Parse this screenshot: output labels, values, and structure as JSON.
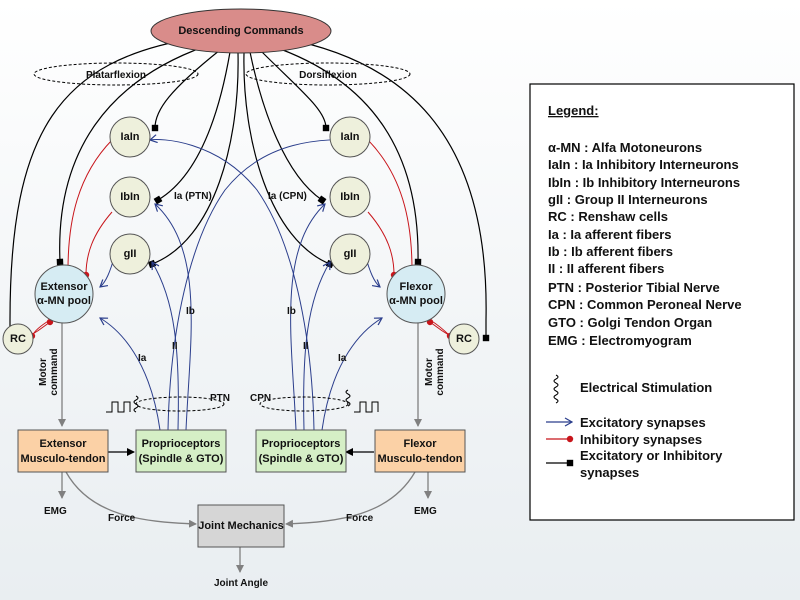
{
  "colors": {
    "descending_fill": "#d98c8a",
    "neuron_fill": "#eef0dc",
    "pool_fill": "#d6ecf3",
    "muscle_fill": "#fbd1a6",
    "proprio_fill": "#d5efc6",
    "joint_fill": "#d6d6d6",
    "excitatory": "#2b3e8c",
    "inhibitory": "#c8151b",
    "generic": "#000000",
    "gray_arrow": "#808080"
  },
  "nodes": {
    "descending": "Descending Commands",
    "platarflexion": "Platarflexion",
    "dorsiflexion": "Dorsiflexion",
    "iain_left": "IaIn",
    "ibin_left": "IbIn",
    "gii_left": "gII",
    "iain_right": "IaIn",
    "ibin_right": "IbIn",
    "gii_right": "gII",
    "extensor_pool_line1": "Extensor",
    "extensor_pool_line2": "α-MN pool",
    "flexor_pool_line1": "Flexor",
    "flexor_pool_line2": "α-MN pool",
    "rc_left": "RC",
    "rc_right": "RC",
    "extensor_muscle_line1": "Extensor",
    "extensor_muscle_line2": "Musculo-tendon",
    "flexor_muscle_line1": "Flexor",
    "flexor_muscle_line2": "Musculo-tendon",
    "proprio_left_line1": "Proprioceptors",
    "proprio_left_line2": "(Spindle & GTO)",
    "proprio_right_line1": "Proprioceptors",
    "proprio_right_line2": "(Spindle & GTO)",
    "joint": "Joint Mechanics"
  },
  "labels": {
    "ia_ptn": "Ia (PTN)",
    "ia_cpn": "Ia (CPN)",
    "ib_left": "Ib",
    "ii_left": "II",
    "ia_left": "Ia",
    "ib_right": "Ib",
    "ii_right": "II",
    "ia_right": "Ia",
    "motor_left_1": "Motor",
    "motor_left_2": "command",
    "motor_right_1": "Motor",
    "motor_right_2": "command",
    "ptn": "PTN",
    "cpn": "CPN",
    "emg_left": "EMG",
    "emg_right": "EMG",
    "force_left": "Force",
    "force_right": "Force",
    "joint_angle": "Joint Angle"
  },
  "legend": {
    "title": "Legend:",
    "items": [
      "α-MN : Alfa Motoneurons",
      "IaIn : Ia Inhibitory Interneurons",
      "IbIn : Ib Inhibitory Interneurons",
      "gII : Group II Interneurons",
      "RC : Renshaw cells",
      "Ia : Ia afferent fibers",
      "Ib : Ib afferent fibers",
      "II : II afferent fibers",
      "PTN : Posterior Tibial Nerve",
      "CPN : Common Peroneal Nerve",
      "GTO : Golgi Tendon Organ",
      "EMG : Electromyogram"
    ],
    "stimulation": "Electrical Stimulation",
    "excitatory": "Excitatory synapses",
    "inhibitory": "Inhibitory synapses",
    "generic_line1": "Excitatory or Inhibitory",
    "generic_line2": "synapses"
  }
}
